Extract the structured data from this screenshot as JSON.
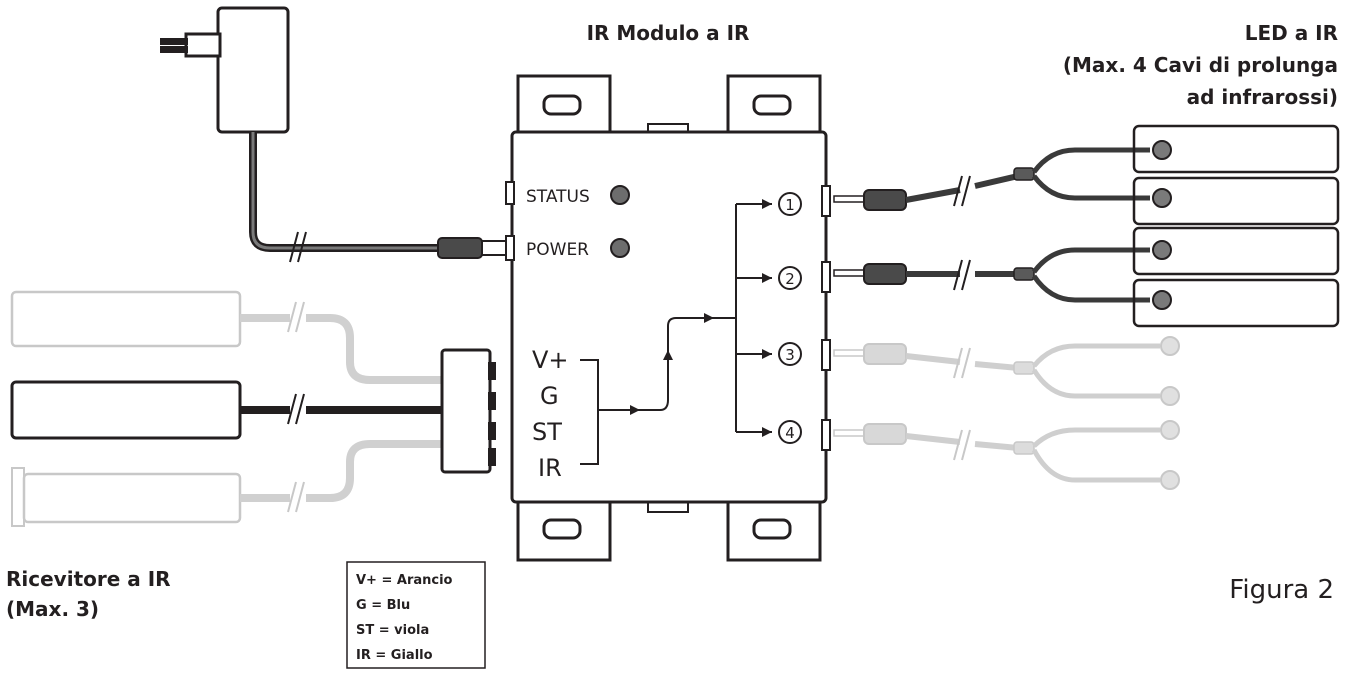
{
  "diagram": {
    "title_module": "IR Modulo a IR",
    "title_leds": [
      "LED a IR",
      "(Max. 4 Cavi di prolunga",
      "ad infrarossi)"
    ],
    "title_receivers": [
      "Ricevitore a IR",
      "(Max. 3)"
    ],
    "figure_caption": "Figura 2",
    "indicators": {
      "status_label": "STATUS",
      "power_label": "POWER"
    },
    "input_pins": [
      "V+",
      "G",
      "ST",
      "IR"
    ],
    "output_ports": [
      "1",
      "2",
      "3",
      "4"
    ],
    "legend": [
      "V+ = Arancio",
      "G = Blu",
      "ST = viola",
      "IR = Giallo"
    ],
    "colors": {
      "line_dark": "#231f20",
      "cable_dark": "#3a3a3a",
      "faded": "#c8c8c8",
      "led_gray": "#7a7a7a"
    }
  }
}
